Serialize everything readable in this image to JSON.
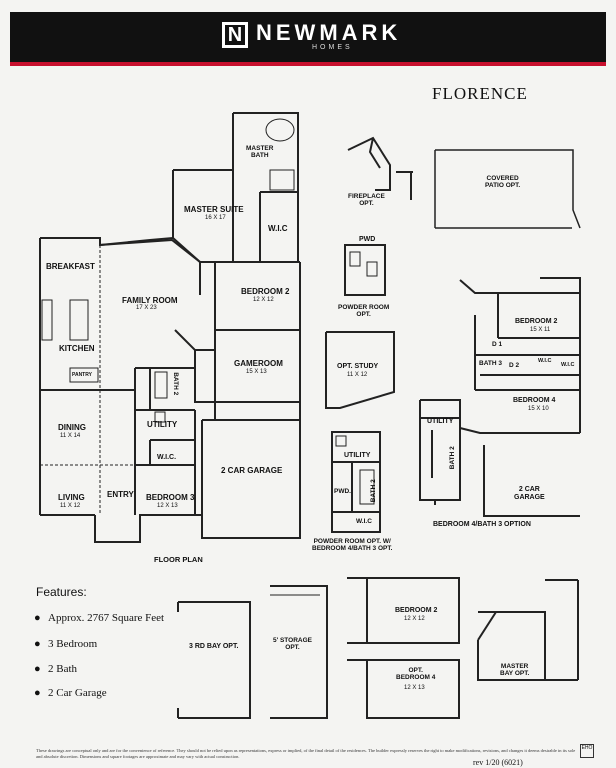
{
  "brand": {
    "logo_letter": "N",
    "name": "NEWMARK",
    "sub": "HOMES"
  },
  "plan_name": "FLORENCE",
  "main_plan": {
    "master_bath": "MASTER\nBATH",
    "master_suite": "MASTER SUITE",
    "master_suite_dim": "16 X 17",
    "wic_master": "W.I.C",
    "breakfast": "BREAKFAST",
    "family_room": "FAMILY ROOM",
    "family_room_dim": "17 X 23",
    "bedroom2": "BEDROOM 2",
    "bedroom2_dim": "12 X 12",
    "kitchen": "KITCHEN",
    "pantry": "PANTRY",
    "gameroom": "GAMEROOM",
    "gameroom_dim": "15 X 13",
    "bath2": "BATH 2",
    "dining": "DINING",
    "dining_dim": "11 X 14",
    "utility": "UTILITY",
    "wic": "W.I.C.",
    "garage": "2 CAR GARAGE",
    "living": "LIVING",
    "living_dim": "11 X 12",
    "entry": "ENTRY",
    "bedroom3": "BEDROOM 3",
    "bedroom3_dim": "12 X 13",
    "caption": "FLOOR PLAN"
  },
  "options": {
    "fireplace": "FIREPLACE\nOPT.",
    "covered_patio": "COVERED\nPATIO OPT.",
    "pwd": "PWD",
    "powder_room": "POWDER ROOM\nOPT.",
    "study": "OPT. STUDY",
    "study_dim": "11 X 12",
    "utility": "UTILITY",
    "pwd2": "PWD.",
    "bath2": "BATH 2",
    "wic": "W.I.C",
    "powder_w_bed4": "POWDER ROOM OPT. W/\nBEDROOM 4/BATH 3 OPT.",
    "b4_bedroom2": "BEDROOM 2",
    "b4_bedroom2_dim": "15 X 11",
    "d1": "D 1",
    "d2": "D 2",
    "bath3": "BATH 3",
    "wic_a": "W.I.C",
    "wic_b": "W.I.C",
    "bedroom4": "BEDROOM 4",
    "bedroom4_dim": "15 X 10",
    "b4_utility": "UTILITY",
    "b4_bath2": "BATH 2",
    "b4_garage": "2 CAR\nGARAGE",
    "b4_caption": "BEDROOM 4/BATH 3 OPTION",
    "bay3": "3 RD BAY OPT.",
    "storage": "5' STORAGE\nOPT.",
    "alt_bedroom2": "BEDROOM 2",
    "alt_bedroom2_dim": "12 X 12",
    "alt_bedroom4": "OPT.\nBEDROOM 4",
    "alt_bedroom4_dim": "12 X 13",
    "master_bay": "MASTER\nBAY OPT."
  },
  "features": {
    "title": "Features:",
    "items": [
      "Approx. 2767 Square Feet",
      "3 Bedroom",
      "2 Bath",
      "2 Car  Garage"
    ]
  },
  "disclaimer": "These drawings are conceptual only and are for the convenience of reference. They should not be relied upon as representations, express or implied, of the final detail of the residences. The builder expressly reserves the right to make modifications, revisions, and changes it deems desirable in its sole and absolute discretion. Dimensions and square footages are approximate and may vary with actual construction.",
  "revision": "rev 1/20 (6021)",
  "eho_mark": "EHO"
}
